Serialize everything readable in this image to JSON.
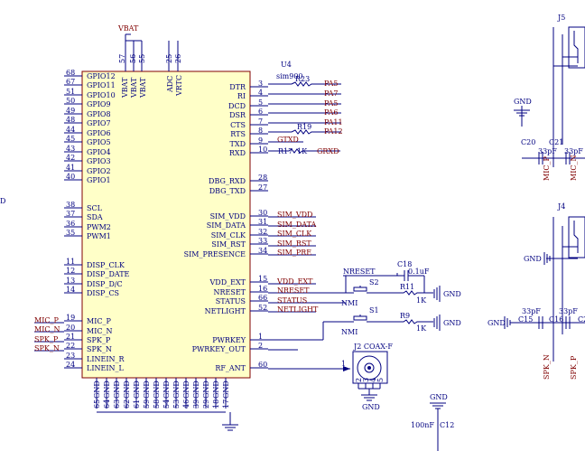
{
  "schematic": {
    "chip": {
      "designator": "U4",
      "part": "sim900",
      "top_pin_labels": [
        "VBAT",
        "VBAT",
        "VBAT",
        "ADC",
        "VRTC"
      ],
      "top_pin_numbers": [
        "57",
        "56",
        "55",
        "25",
        "26"
      ],
      "left_pins": [
        {
          "num": "68",
          "name": "GPIO12"
        },
        {
          "num": "67",
          "name": "GPIO11"
        },
        {
          "num": "51",
          "name": "GPIO10"
        },
        {
          "num": "50",
          "name": "GPIO9"
        },
        {
          "num": "49",
          "name": "GPIO8"
        },
        {
          "num": "48",
          "name": "GPIO7"
        },
        {
          "num": "44",
          "name": "GPIO6"
        },
        {
          "num": "45",
          "name": "GPIO5"
        },
        {
          "num": "43",
          "name": "GPIO4"
        },
        {
          "num": "42",
          "name": "GPIO3"
        },
        {
          "num": "41",
          "name": "GPIO2"
        },
        {
          "num": "40",
          "name": "GPIO1"
        },
        {
          "num": "38",
          "name": "SCL"
        },
        {
          "num": "37",
          "name": "SDA"
        },
        {
          "num": "36",
          "name": "PWM2"
        },
        {
          "num": "35",
          "name": "PWM1"
        },
        {
          "num": "11",
          "name": "DISP_CLK"
        },
        {
          "num": "12",
          "name": "DISP_DATE"
        },
        {
          "num": "13",
          "name": "DISP_D/C"
        },
        {
          "num": "14",
          "name": "DISP_CS"
        },
        {
          "num": "19",
          "name": "MIC_P"
        },
        {
          "num": "20",
          "name": "MIC_N"
        },
        {
          "num": "21",
          "name": "SPK_P"
        },
        {
          "num": "22",
          "name": "SPK_N"
        },
        {
          "num": "23",
          "name": "LINEIN_R"
        },
        {
          "num": "24",
          "name": "LINEIN_L"
        }
      ],
      "right_pins": [
        {
          "num": "3",
          "name": "DTR"
        },
        {
          "num": "4",
          "name": "RI"
        },
        {
          "num": "5",
          "name": "DCD"
        },
        {
          "num": "6",
          "name": "DSR"
        },
        {
          "num": "7",
          "name": "CTS"
        },
        {
          "num": "8",
          "name": "RTS"
        },
        {
          "num": "9",
          "name": "TXD"
        },
        {
          "num": "10",
          "name": "RXD"
        },
        {
          "num": "28",
          "name": "DBG_RXD"
        },
        {
          "num": "27",
          "name": "DBG_TXD"
        },
        {
          "num": "30",
          "name": "SIM_VDD"
        },
        {
          "num": "31",
          "name": "SIM_DATA"
        },
        {
          "num": "32",
          "name": "SIM_CLK"
        },
        {
          "num": "33",
          "name": "SIM_RST"
        },
        {
          "num": "34",
          "name": "SIM_PRESENCE"
        },
        {
          "num": "15",
          "name": "VDD_EXT"
        },
        {
          "num": "16",
          "name": "NRESET"
        },
        {
          "num": "66",
          "name": "STATUS"
        },
        {
          "num": "52",
          "name": "NETLIGHT"
        },
        {
          "num": "1",
          "name": "PWRKEY"
        },
        {
          "num": "2",
          "name": "PWRKEY_OUT"
        },
        {
          "num": "60",
          "name": "RF_ANT"
        }
      ],
      "gnd_label": "GND",
      "gnd_pin_numbers": [
        "65",
        "64",
        "63",
        "62",
        "61",
        "59",
        "58",
        "54",
        "53",
        "46",
        "39",
        "29",
        "18",
        "17"
      ]
    },
    "net_labels": {
      "vbat": "VBAT",
      "uart": [
        "PA5",
        "PA7",
        "PA5",
        "PA6",
        "PA11",
        "PA12"
      ],
      "gtxd": "GTXD",
      "grxd": "GRXD",
      "sim": [
        "SIM_VDD",
        "SIM_DATA",
        "SIM_CLK",
        "SIM_RST",
        "SIM_PRE"
      ],
      "ctrl": [
        "VDD_EXT",
        "NRESET",
        "STATUS",
        "NETLIGHT"
      ],
      "audio_left": [
        "MIC_P",
        "MIC_N",
        "SPK_P",
        "SPK_N"
      ],
      "nreset_top": "NRESET",
      "edge_d": "D"
    },
    "components": {
      "r23": "R23",
      "r19": "R19",
      "r17": "R17",
      "r17_val": "1K",
      "s2": "S2",
      "s1": "S1",
      "nmi": "NMI",
      "c18": "C18",
      "c18_val": "0.1uF",
      "r11": "R11",
      "r9": "R9",
      "r_val": "1K",
      "gnd": "GND",
      "coax": "J2 COAX-F",
      "coax_pins": [
        "1",
        "2",
        "3",
        "4",
        "5"
      ],
      "j5": "J5",
      "j4": "J4",
      "c20": "C20",
      "c21": "C21",
      "c15": "C15",
      "c16": "C16",
      "c2x": "C2",
      "cap33": "33pF",
      "mic_p_v": "MIC_P",
      "mic_n_v": "MIC_N",
      "spk_n_v": "SPK_N",
      "spk_p_v": "SPK_P",
      "cap_bottom": "100nF",
      "c12": "C12"
    },
    "colors": {
      "line": "#000080",
      "text": "#000080",
      "net": "#800000",
      "chip_fill": "#ffffc8",
      "chip_border": "#800000"
    }
  }
}
